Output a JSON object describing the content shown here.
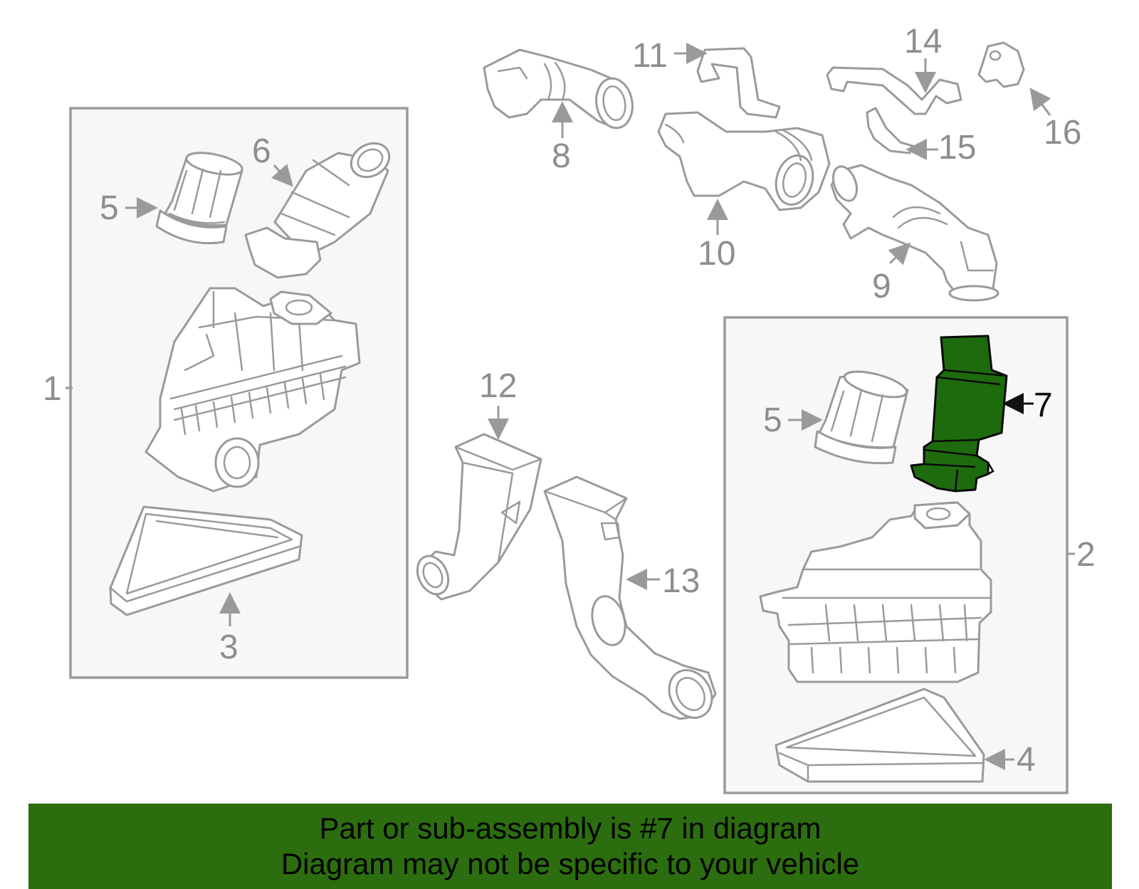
{
  "diagram": {
    "callouts": {
      "c1": "1",
      "c2": "2",
      "c3": "3",
      "c4": "4",
      "c5a": "5",
      "c5b": "5",
      "c6": "6",
      "c7": "7",
      "c8": "8",
      "c9": "9",
      "c10": "10",
      "c11": "11",
      "c12": "12",
      "c13": "13",
      "c14": "14",
      "c15": "15",
      "c16": "16"
    },
    "highlight_color": "#1e6b0e",
    "line_color": "#9a9a9a"
  },
  "banner": {
    "line1": "Part or sub-assembly is #7 in diagram",
    "line2": "Diagram may not be specific to your vehicle",
    "background": "#2c6e0f"
  }
}
